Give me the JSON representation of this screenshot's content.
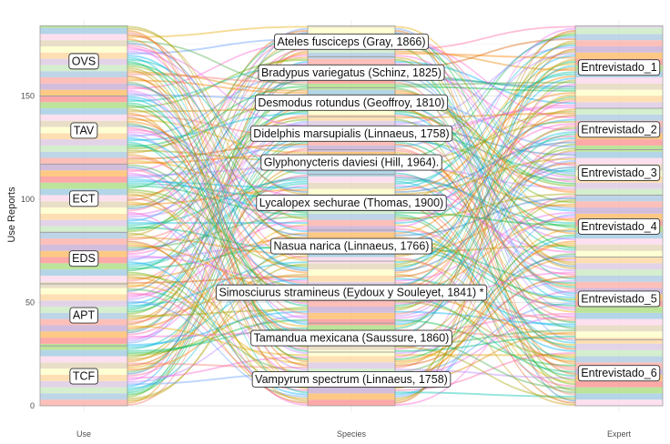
{
  "chart_data": {
    "type": "alluvial",
    "ylabel": "Use Reports",
    "ylim": [
      0,
      185
    ],
    "y_ticks": [
      0,
      50,
      100,
      150
    ],
    "grid": true,
    "axes": [
      "Use",
      "Species",
      "Expert"
    ],
    "strata": {
      "Use": [
        {
          "label": "OVS",
          "start": 150,
          "end": 184
        },
        {
          "label": "TAV",
          "start": 117,
          "end": 150
        },
        {
          "label": "ECT",
          "start": 84,
          "end": 117
        },
        {
          "label": "EDS",
          "start": 59,
          "end": 84
        },
        {
          "label": "APT",
          "start": 29,
          "end": 59
        },
        {
          "label": "TCF",
          "start": 0,
          "end": 29
        }
      ],
      "Species": [
        {
          "label": "Ateles fusciceps (Gray, 1866)",
          "start": 169,
          "end": 184
        },
        {
          "label": "Bradypus variegatus (Schinz, 1825)",
          "start": 154,
          "end": 169
        },
        {
          "label": "Desmodus rotundus (Geoffroy, 1810)",
          "start": 140,
          "end": 154
        },
        {
          "label": "Didelphis marsupialis (Linnaeus, 1758)",
          "start": 124,
          "end": 140
        },
        {
          "label": "Glyphonycteris daviesi (Hill, 1964).",
          "start": 112,
          "end": 124
        },
        {
          "label": "Lycalopex sechurae (Thomas, 1900)",
          "start": 85,
          "end": 112
        },
        {
          "label": "Nasua narica (Linnaeus, 1766)",
          "start": 70,
          "end": 85
        },
        {
          "label": "Simosciurus stramineus (Eydoux y Souleyet, 1841) *",
          "start": 40,
          "end": 70
        },
        {
          "label": "Tamandua mexicana (Saussure, 1860)",
          "start": 26,
          "end": 40
        },
        {
          "label": "Vampyrum spectrum (Linnaeus, 1758)",
          "start": 0,
          "end": 26
        }
      ],
      "Expert": [
        {
          "label": "Entrevistado_1",
          "start": 144,
          "end": 184
        },
        {
          "label": "Entrevistado_2",
          "start": 124,
          "end": 144
        },
        {
          "label": "Entrevistado_3",
          "start": 102,
          "end": 124
        },
        {
          "label": "Entrevistado_4",
          "start": 72,
          "end": 102
        },
        {
          "label": "Entrevistado_5",
          "start": 32,
          "end": 72
        },
        {
          "label": "Entrevistado_6",
          "start": 0,
          "end": 32
        }
      ]
    },
    "band_colors": [
      "#fbb4ae",
      "#b3cde3",
      "#ccebc5",
      "#decbe4",
      "#fed9a6",
      "#ffffcc",
      "#e5d8bd",
      "#fddaec",
      "#a6cee3",
      "#b2df8a",
      "#fb9a99",
      "#fdbf6f",
      "#cab2d6"
    ],
    "flow_colors": [
      "#f8766d",
      "#e58700",
      "#c99800",
      "#a3a500",
      "#6bb100",
      "#00ba38",
      "#00bf7d",
      "#00c0af",
      "#00bcd8",
      "#00b0f6",
      "#619cff",
      "#b983ff",
      "#e76bf3",
      "#fd61d1",
      "#ff67a4",
      "#377eb8",
      "#4daf4a",
      "#ff7f00",
      "#e6ab02",
      "#d95f02"
    ]
  }
}
